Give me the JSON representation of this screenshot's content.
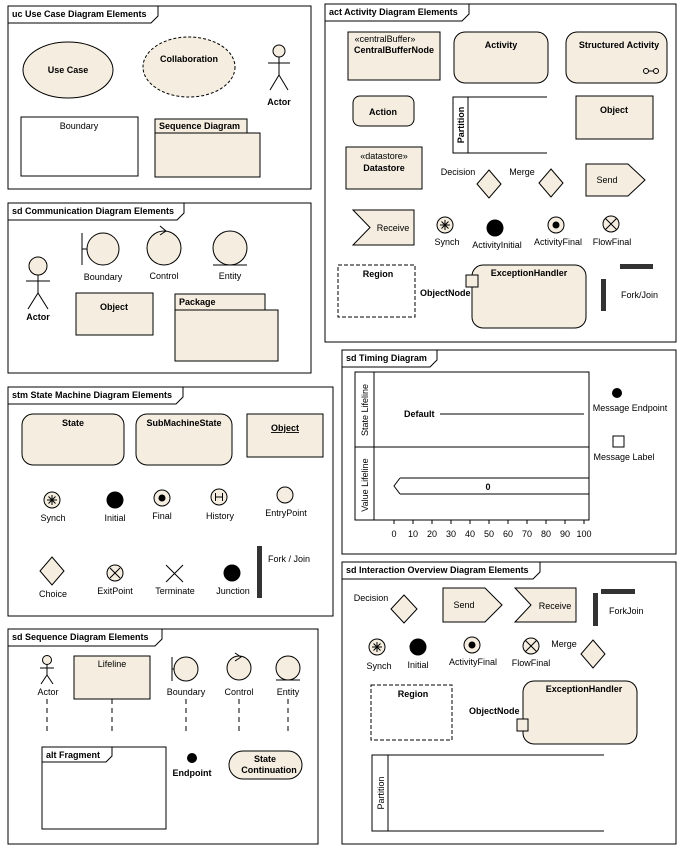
{
  "diagrams": {
    "use_case": {
      "title": "uc Use Case Diagram Elements",
      "use_case": "Use Case",
      "collaboration": "Collaboration",
      "actor": "Actor",
      "boundary": "Boundary",
      "sequence_diagram": "Sequence Diagram"
    },
    "communication": {
      "title": "sd Communication Diagram Elements",
      "actor": "Actor",
      "boundary": "Boundary",
      "control": "Control",
      "entity": "Entity",
      "object": "Object",
      "package": "Package"
    },
    "state_machine": {
      "title": "stm State Machine Diagram Elements",
      "state": "State",
      "submachine_state": "SubMachineState",
      "object": "Object",
      "synch": "Synch",
      "initial": "Initial",
      "final": "Final",
      "history": "History",
      "entry_point": "EntryPoint",
      "fork_join": "Fork / Join",
      "choice": "Choice",
      "exit_point": "ExitPoint",
      "terminate": "Terminate",
      "junction": "Junction"
    },
    "sequence": {
      "title": "sd Sequence Diagram Elements",
      "actor": "Actor",
      "lifeline": "Lifeline",
      "boundary": "Boundary",
      "control": "Control",
      "entity": "Entity",
      "alt_fragment": "alt Fragment",
      "endpoint": "Endpoint",
      "state_continuation_1": "State",
      "state_continuation_2": "Continuation"
    },
    "activity": {
      "title": "act Activity Diagram Elements",
      "central_buffer_stereo": "«centralBuffer»",
      "central_buffer": "CentralBufferNode",
      "activity": "Activity",
      "structured_activity": "Structured Activity",
      "action": "Action",
      "partition": "Partition",
      "object": "Object",
      "datastore_stereo": "«datastore»",
      "datastore": "Datastore",
      "decision": "Decision",
      "merge": "Merge",
      "send": "Send",
      "receive": "Receive",
      "synch": "Synch",
      "activity_initial": "ActivityInitial",
      "activity_final": "ActivityFinal",
      "flow_final": "FlowFinal",
      "region": "Region",
      "object_node": "ObjectNode",
      "exception_handler": "ExceptionHandler",
      "fork_join": "Fork/Join"
    },
    "timing": {
      "title": "sd Timing Diagram",
      "state_lifeline": "State Lifeline",
      "default": "Default",
      "value_lifeline": "Value Lifeline",
      "value": "0",
      "ticks": [
        "0",
        "10",
        "20",
        "30",
        "40",
        "50",
        "60",
        "70",
        "80",
        "90",
        "100"
      ],
      "message_endpoint": "Message Endpoint",
      "message_label": "Message Label"
    },
    "interaction_overview": {
      "title": "sd Interaction Overview Diagram Elements",
      "decision": "Decision",
      "send": "Send",
      "receive": "Receive",
      "fork_join": "ForkJoin",
      "synch": "Synch",
      "initial": "Initial",
      "activity_final": "ActivityFinal",
      "flow_final": "FlowFinal",
      "merge": "Merge",
      "region": "Region",
      "object_node": "ObjectNode",
      "exception_handler": "ExceptionHandler",
      "partition": "Partition"
    }
  }
}
